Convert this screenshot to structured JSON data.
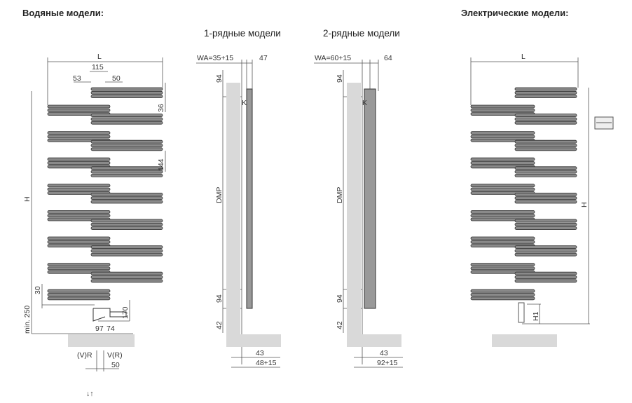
{
  "headings": {
    "water_models": "Водяные модели:",
    "electric_models": "Электрические модели:",
    "one_row": "1-рядные модели",
    "two_row": "2-рядные модели"
  },
  "water_dims": {
    "L": "L",
    "d115": "115",
    "d53": "53",
    "d50": "50",
    "d36": "36",
    "d144": "144",
    "H": "H",
    "d30": "30",
    "min250": "min. 250",
    "d170": "170",
    "d97": "97",
    "d74": "74",
    "VR_left": "(V)R",
    "VR_right": "V(R)",
    "d50b": "50"
  },
  "one_row_dims": {
    "wa": "WA=35+15",
    "d47": "47",
    "d94a": "94",
    "dmp": "DMP",
    "d94b": "94",
    "d42": "42",
    "d43": "43",
    "d48": "48+15",
    "k": "K"
  },
  "two_row_dims": {
    "wa": "WA=60+15",
    "d64": "64",
    "d94a": "94",
    "dmp": "DMP",
    "d94b": "94",
    "d42": "42",
    "d43": "43",
    "d92": "92+15",
    "k": "K"
  },
  "electric_dims": {
    "L": "L",
    "H": "H",
    "H1": "H1"
  },
  "colors": {
    "bar": "#8a8a8a",
    "bar_stroke": "#2e2e2e",
    "wall": "#d9d9d9",
    "line": "#555555"
  }
}
